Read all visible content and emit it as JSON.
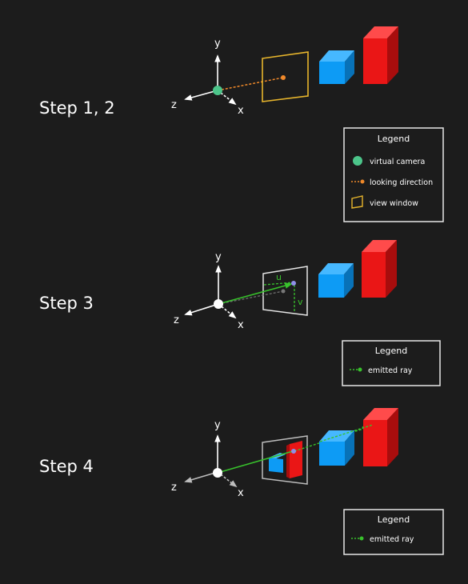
{
  "colors": {
    "background": "#1c1c1c",
    "white": "#ffffff",
    "axis_gray": "#bdbdbd",
    "camera_green": "#4cc58a",
    "look_orange": "#f0892a",
    "window_yellow": "#e7b52c",
    "ray_green": "#38c22c",
    "ray_point": "#8f8fe8",
    "cube_blue": "#0d9bf5",
    "cube_blue_dark": "#0872b8",
    "cube_blue_light": "#46b8ff",
    "box_red": "#ea1616",
    "box_red_dark": "#a80d0d",
    "box_red_light": "#ff4b4b",
    "legend_border": "#e6e6e6"
  },
  "steps": [
    {
      "label": "Step 1, 2",
      "axes": {
        "y": "y",
        "z": "z",
        "x": "x"
      },
      "legend": {
        "title": "Legend",
        "items": [
          {
            "icon": "camera-dot-icon",
            "text": "virtual camera"
          },
          {
            "icon": "dashed-line-icon",
            "text": "looking direction"
          },
          {
            "icon": "window-outline-icon",
            "text": "view window"
          }
        ]
      }
    },
    {
      "label": "Step 3",
      "axes": {
        "y": "y",
        "z": "z",
        "x": "x"
      },
      "window_labels": {
        "u": "u",
        "v": "v"
      },
      "legend": {
        "title": "Legend",
        "items": [
          {
            "icon": "ray-icon",
            "text": "emitted ray"
          }
        ]
      }
    },
    {
      "label": "Step 4",
      "axes": {
        "y": "y",
        "z": "z",
        "x": "x"
      },
      "legend": {
        "title": "Legend",
        "items": [
          {
            "icon": "ray-icon",
            "text": "emitted ray"
          }
        ]
      }
    }
  ]
}
